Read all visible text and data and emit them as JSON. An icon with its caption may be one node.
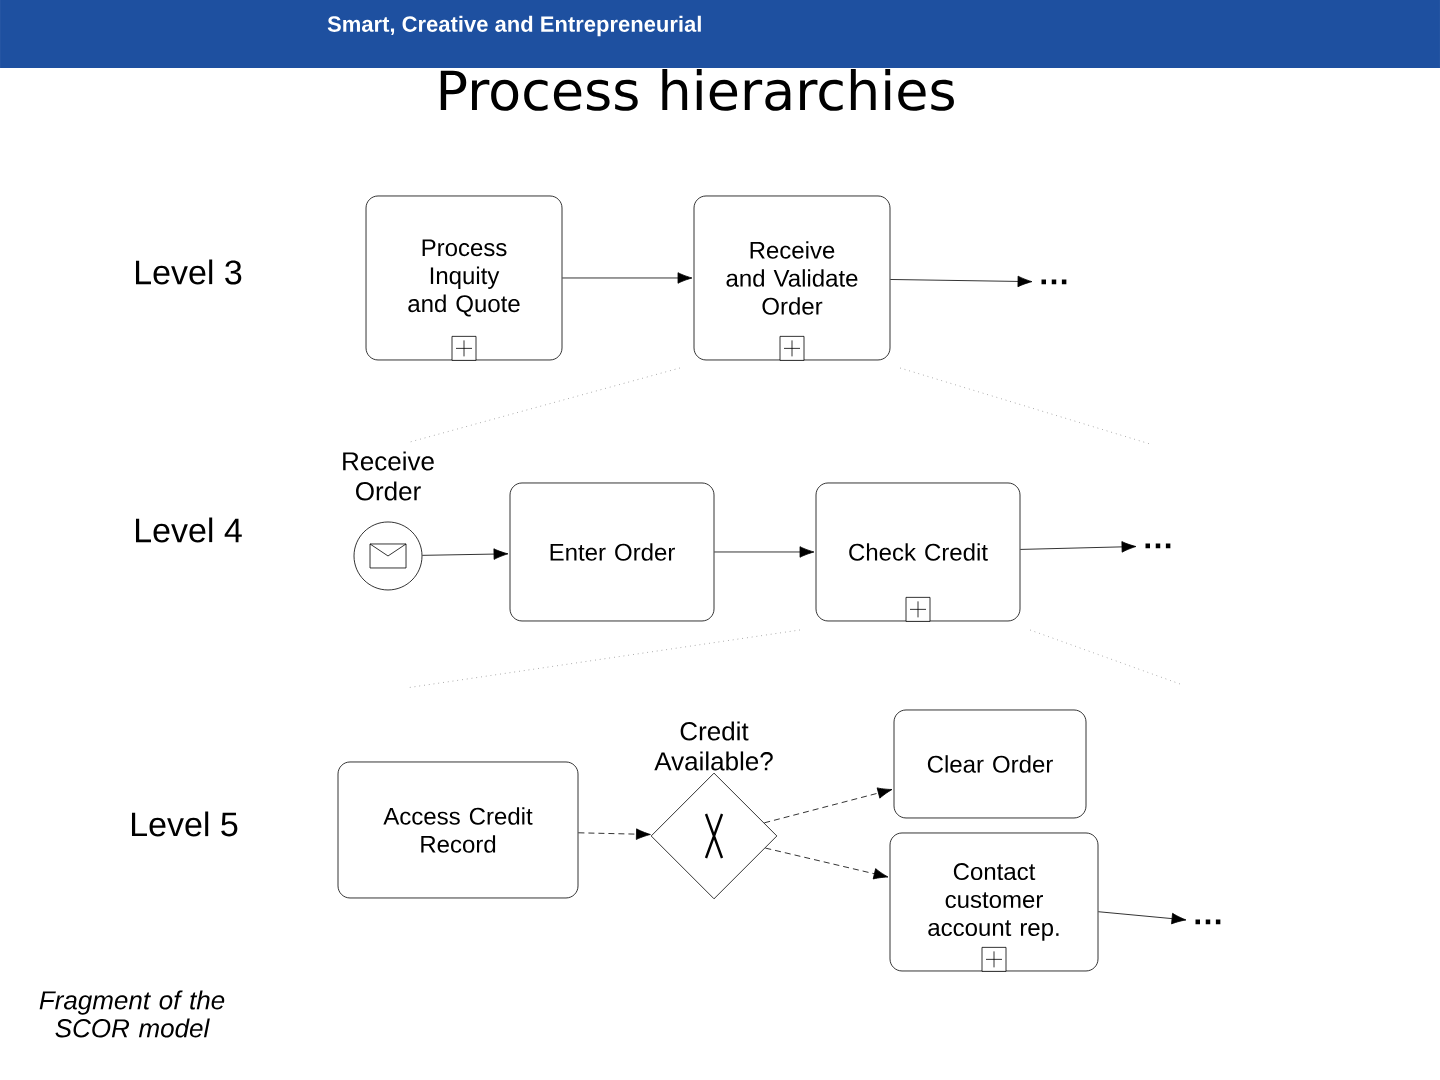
{
  "diagram": {
    "title": "Process hierarchies",
    "nodes": [
      {
        "text": [
          "Process Inquity and Quote"
        ]
      },
      {
        "text": [
          "Receive and Validate Order"
        ]
      },
      {
        "text": [
          "…"
        ]
      },
      {
        "text": [],
        "shape": "circle",
        "beside": [
          "Receive Order"
        ]
      },
      {
        "text": [
          "Enter Order"
        ]
      },
      {
        "text": [
          "Check Credit"
        ]
      },
      {
        "text": [
          "…"
        ]
      },
      {
        "text": [
          "Access Credit Record"
        ]
      },
      {
        "text": [
          "Credit Available?"
        ]
      },
      {
        "text": [
          "Clear Order"
        ]
      },
      {
        "text": [
          "Contact customer account rep."
        ]
      },
      {
        "text": [
          "…"
        ]
      }
    ],
    "edges": [
      {
        "from": 0,
        "to": 1,
        "arrow": "to"
      },
      {
        "from": 1,
        "to": 2,
        "arrow": "to"
      },
      {
        "from": 3,
        "to": 4,
        "arrow": "to"
      },
      {
        "from": 4,
        "to": 5,
        "arrow": "to"
      },
      {
        "from": 5,
        "to": 6,
        "arrow": "to"
      },
      {
        "from": 7,
        "to": 8,
        "arrow": "to",
        "style": "dashed"
      },
      {
        "from": 8,
        "to": 9,
        "arrow": "to",
        "style": "dashed"
      },
      {
        "from": 8,
        "to": 10,
        "arrow": "to",
        "style": "dashed"
      },
      {
        "from": 10,
        "to": 11,
        "arrow": "to"
      }
    ],
    "labels": [
      "Smart, Creative and Entrepreneurial",
      "Level 3",
      "Level 4",
      "Level 5",
      "Fragment of the SCOR model"
    ]
  }
}
